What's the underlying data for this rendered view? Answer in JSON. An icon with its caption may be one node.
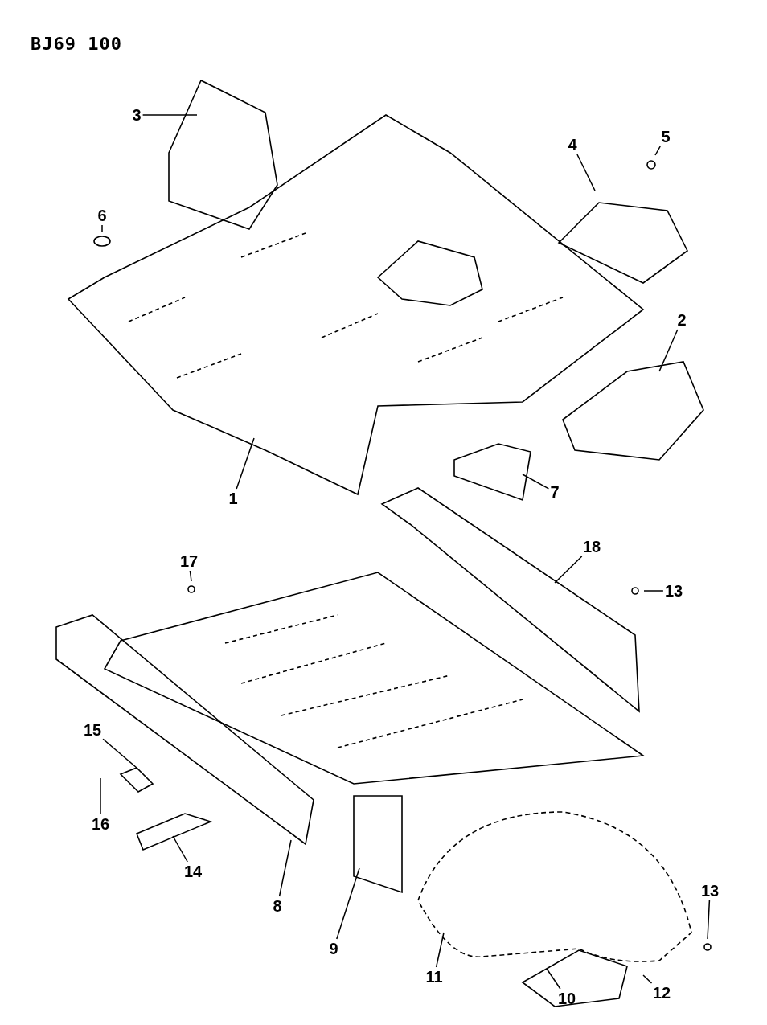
{
  "diagram": {
    "nodes": [
      {
        "text": [
          "3"
        ]
      },
      {
        "text": [
          "6"
        ]
      },
      {
        "text": [
          "4"
        ]
      },
      {
        "text": [
          "5"
        ]
      },
      {
        "text": [
          "2"
        ]
      },
      {
        "text": [
          "1"
        ]
      },
      {
        "text": [
          "7"
        ]
      },
      {
        "text": [
          "18"
        ]
      },
      {
        "text": [
          "17"
        ]
      },
      {
        "text": [
          "13"
        ]
      },
      {
        "text": [
          "15"
        ]
      },
      {
        "text": [
          "16"
        ]
      },
      {
        "text": [
          "14"
        ]
      },
      {
        "text": [
          "8"
        ]
      },
      {
        "text": [
          "9"
        ]
      },
      {
        "text": [
          "13"
        ]
      },
      {
        "text": [
          "11"
        ]
      },
      {
        "text": [
          "10"
        ]
      },
      {
        "text": [
          "12"
        ]
      }
    ],
    "edges": [
      {
        "from": 0,
        "to": null,
        "arrow": "none"
      },
      {
        "from": 1,
        "to": null,
        "arrow": "none"
      },
      {
        "from": 2,
        "to": null,
        "arrow": "none"
      },
      {
        "from": 3,
        "to": null,
        "arrow": "none"
      },
      {
        "from": 4,
        "to": null,
        "arrow": "none"
      },
      {
        "from": 5,
        "to": null,
        "arrow": "none"
      },
      {
        "from": 6,
        "to": null,
        "arrow": "none"
      },
      {
        "from": 7,
        "to": null,
        "arrow": "none"
      },
      {
        "from": 8,
        "to": null,
        "arrow": "none"
      },
      {
        "from": 9,
        "to": null,
        "arrow": "none"
      },
      {
        "from": 10,
        "to": null,
        "arrow": "none"
      },
      {
        "from": 11,
        "to": null,
        "arrow": "none"
      },
      {
        "from": 12,
        "to": null,
        "arrow": "none"
      },
      {
        "from": 13,
        "to": null,
        "arrow": "none"
      },
      {
        "from": 14,
        "to": null,
        "arrow": "none"
      },
      {
        "from": 15,
        "to": null,
        "arrow": "none"
      },
      {
        "from": 16,
        "to": null,
        "arrow": "none"
      },
      {
        "from": 17,
        "to": null,
        "arrow": "none"
      },
      {
        "from": 18,
        "to": null,
        "arrow": "none"
      }
    ],
    "labels": [
      "BJ69 100"
    ]
  }
}
